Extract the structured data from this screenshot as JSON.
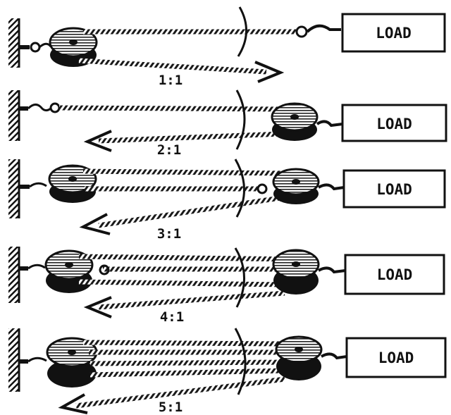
{
  "panels": [
    {
      "ratio": "1:1",
      "load": "LOAD"
    },
    {
      "ratio": "2:1",
      "load": "LOAD"
    },
    {
      "ratio": "3:1",
      "load": "LOAD"
    },
    {
      "ratio": "4:1",
      "load": "LOAD"
    },
    {
      "ratio": "5:1",
      "load": "LOAD"
    }
  ]
}
